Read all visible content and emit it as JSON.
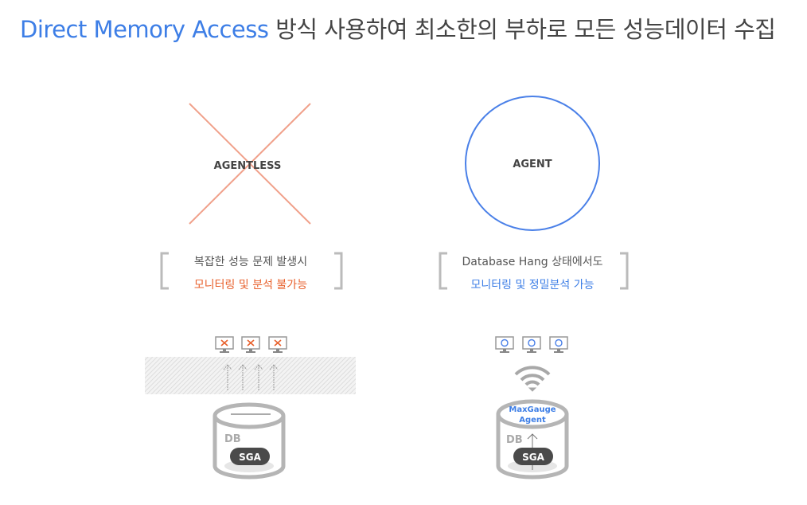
{
  "title": {
    "highlight": "Direct Memory Access",
    "rest": " 방식 사용하여 최소한의 부하로 모든 성능데이터 수집"
  },
  "left": {
    "label": "AGENTLESS",
    "line1": "복잡한 성능 문제 발생시",
    "line2": "모니터링 및 분석 불가능",
    "db_label": "DB",
    "sga_label": "SGA"
  },
  "right": {
    "label": "AGENT",
    "line1": "Database Hang 상태에서도",
    "line2": "모니터링 및 정밀분석 가능",
    "agent_label_1": "MaxGauge",
    "agent_label_2": "Agent",
    "db_label": "DB",
    "sga_label": "SGA"
  },
  "colors": {
    "blue": "#3d7ee6",
    "orange": "#e8602c",
    "cross": "#f0a08a",
    "gray": "#b5b5b5"
  }
}
